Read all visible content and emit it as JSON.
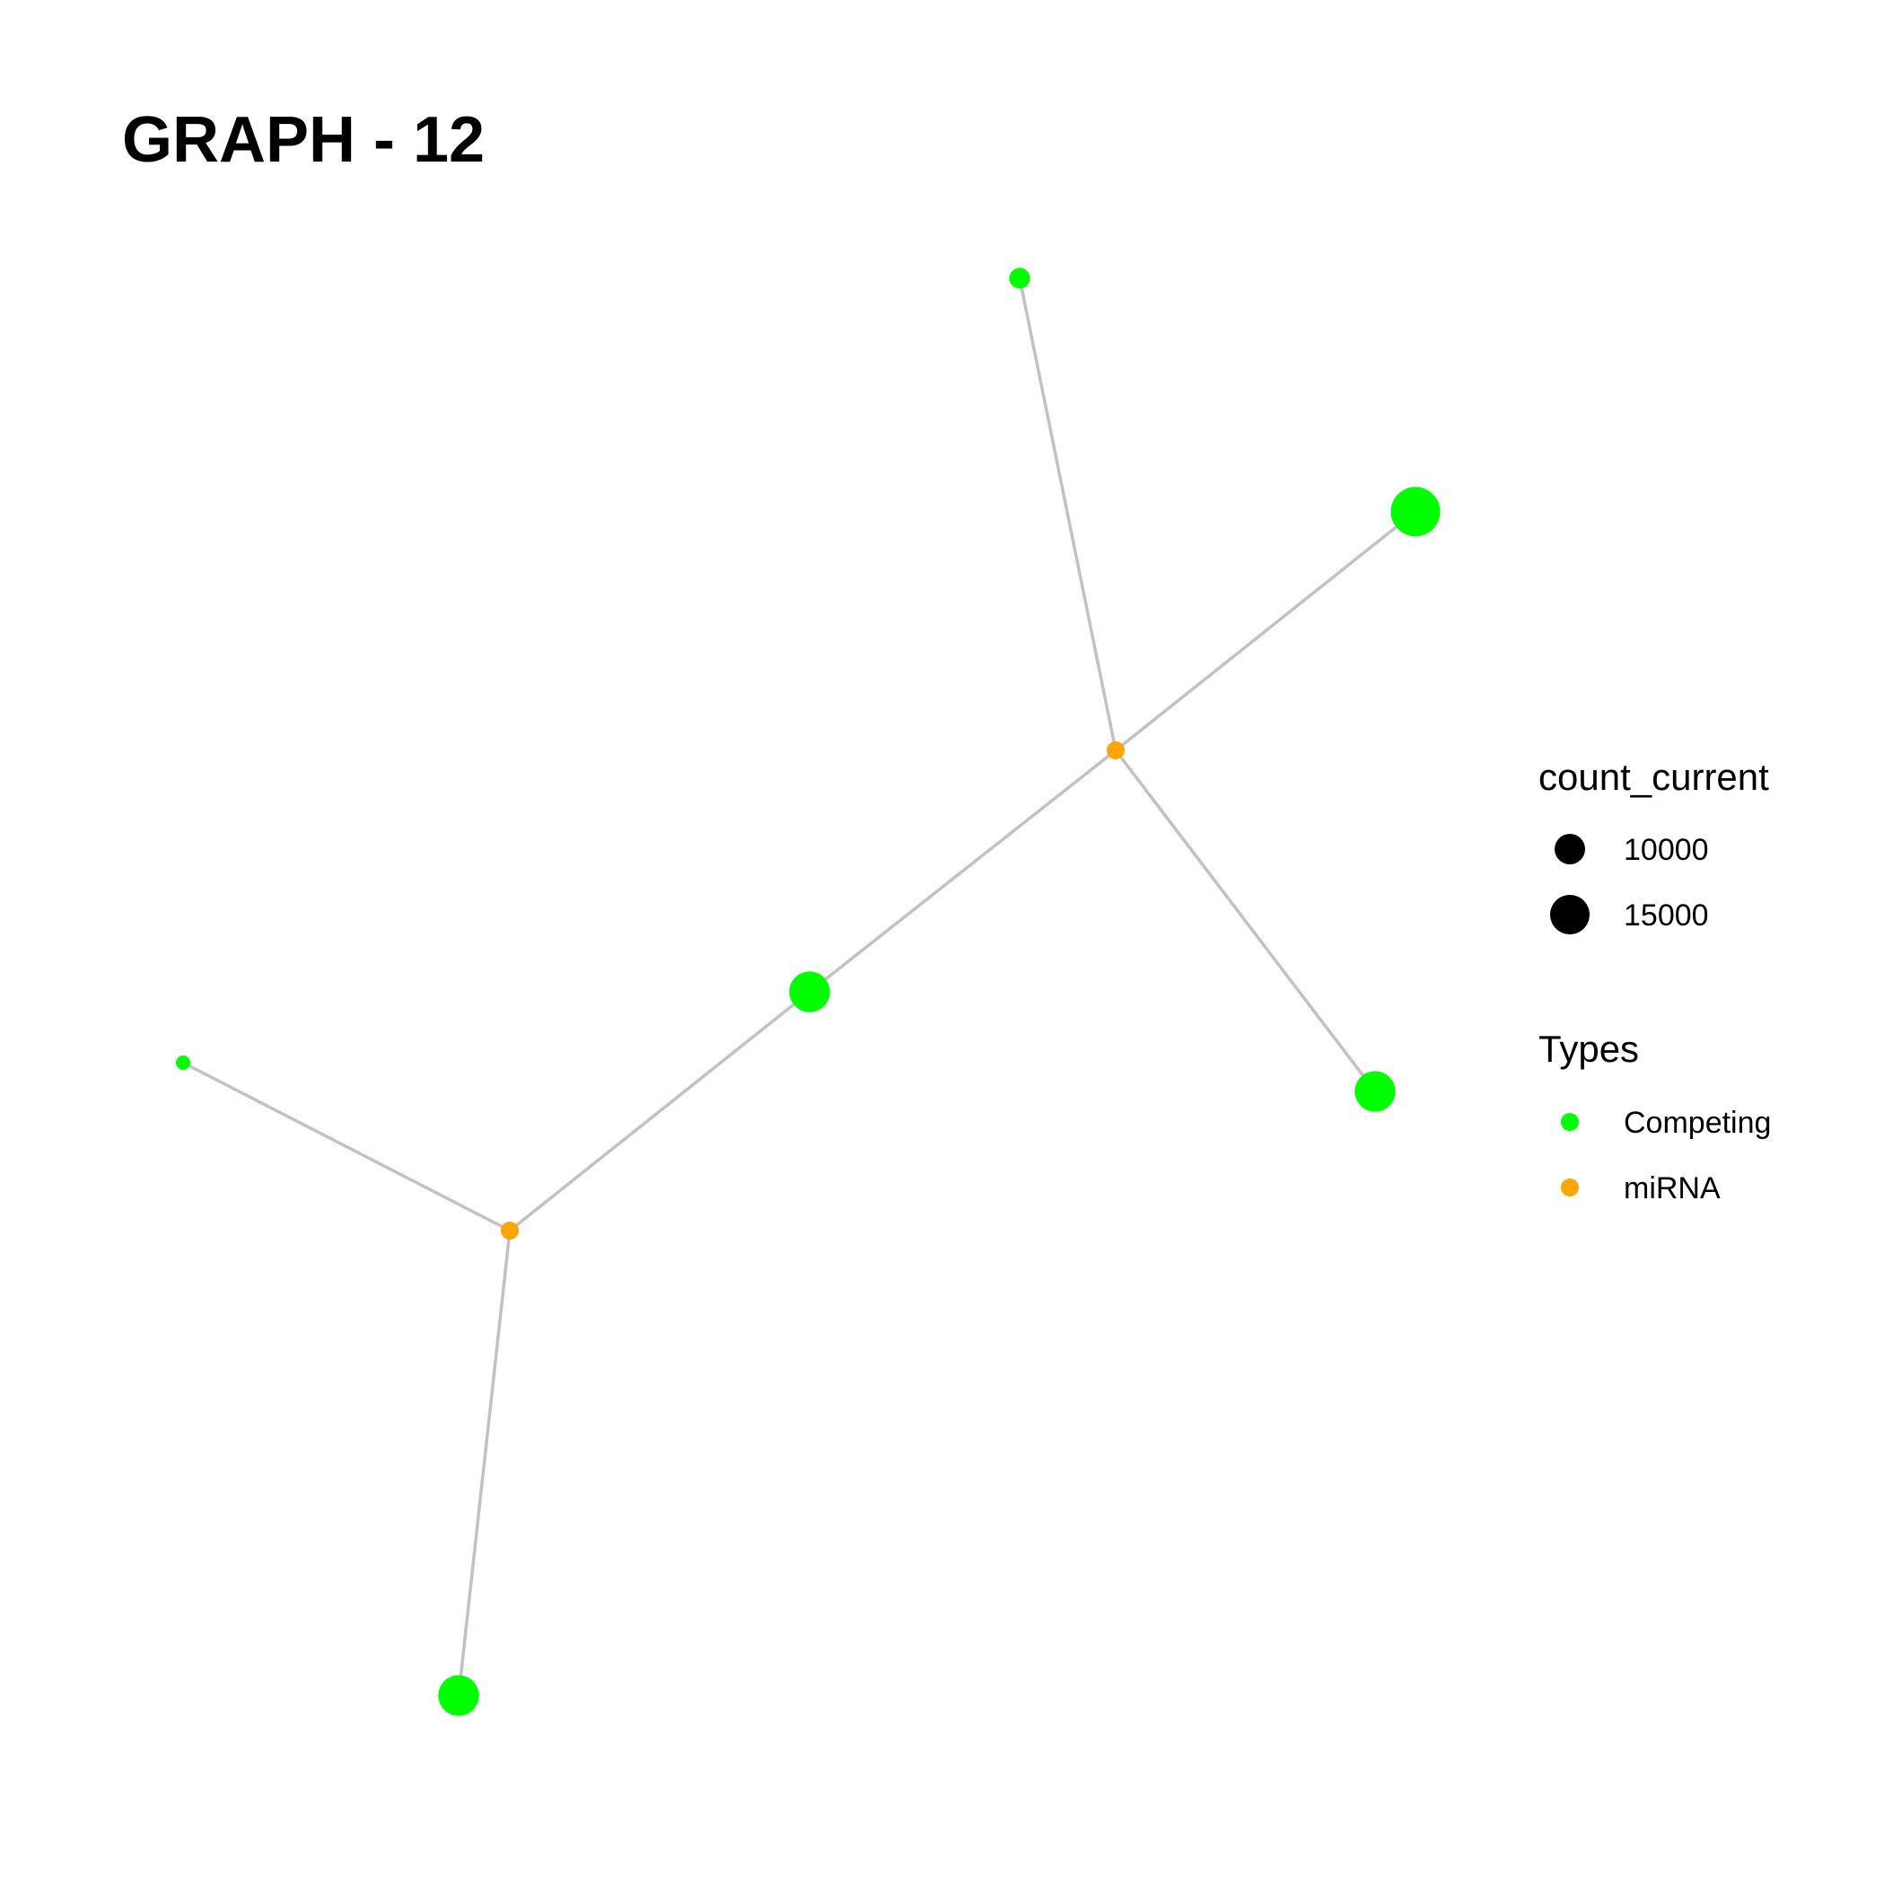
{
  "title": "GRAPH - 12",
  "colors": {
    "Competing": "#00ff00",
    "miRNA": "#ffa500",
    "edge": "#c2c2c2",
    "size_key": "#000000"
  },
  "legend": {
    "size_title": "count_current",
    "size_items": [
      {
        "label": "10000",
        "value": 10000
      },
      {
        "label": "15000",
        "value": 15000
      }
    ],
    "type_title": "Types",
    "type_items": [
      {
        "label": "Competing",
        "type": "Competing"
      },
      {
        "label": "miRNA",
        "type": "miRNA"
      }
    ]
  },
  "nodes": [
    {
      "id": "c1",
      "type": "Competing",
      "count_current": 2500
    },
    {
      "id": "c2",
      "type": "Competing",
      "count_current": 17000
    },
    {
      "id": "m1",
      "type": "miRNA",
      "count_current": 4000
    },
    {
      "id": "c3",
      "type": "Competing",
      "count_current": 10500
    },
    {
      "id": "c4",
      "type": "Competing",
      "count_current": 10500
    },
    {
      "id": "c5",
      "type": "Competing",
      "count_current": 2000
    },
    {
      "id": "m2",
      "type": "miRNA",
      "count_current": 4000
    },
    {
      "id": "c6",
      "type": "Competing",
      "count_current": 10500
    }
  ],
  "edges": [
    [
      "c1",
      "m1"
    ],
    [
      "c2",
      "m1"
    ],
    [
      "c3",
      "m1"
    ],
    [
      "m1",
      "c4"
    ],
    [
      "c4",
      "m2"
    ],
    [
      "c5",
      "m2"
    ],
    [
      "m2",
      "c6"
    ]
  ]
}
